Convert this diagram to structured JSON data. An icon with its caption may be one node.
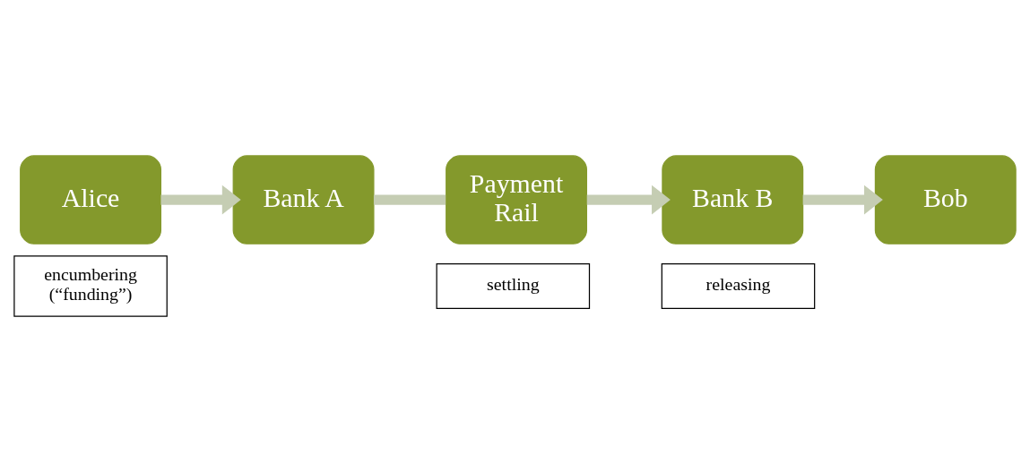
{
  "diagram": {
    "nodes": [
      {
        "text": [
          "Alice"
        ]
      },
      {
        "text": [
          "Bank A"
        ]
      },
      {
        "text": [
          "Payment Rail"
        ]
      },
      {
        "text": [
          "Bank B"
        ]
      },
      {
        "text": [
          "Bob"
        ]
      },
      {
        "text": [
          "encumbering (“funding”)"
        ]
      },
      {
        "text": [
          "settling"
        ]
      },
      {
        "text": [
          "releasing"
        ]
      }
    ],
    "edges": [
      {
        "from": 0,
        "to": 1,
        "arrow": "to"
      },
      {
        "from": 1,
        "to": 2,
        "arrow": "none"
      },
      {
        "from": 2,
        "to": 3,
        "arrow": "to"
      },
      {
        "from": 3,
        "to": 4,
        "arrow": "to"
      }
    ]
  }
}
